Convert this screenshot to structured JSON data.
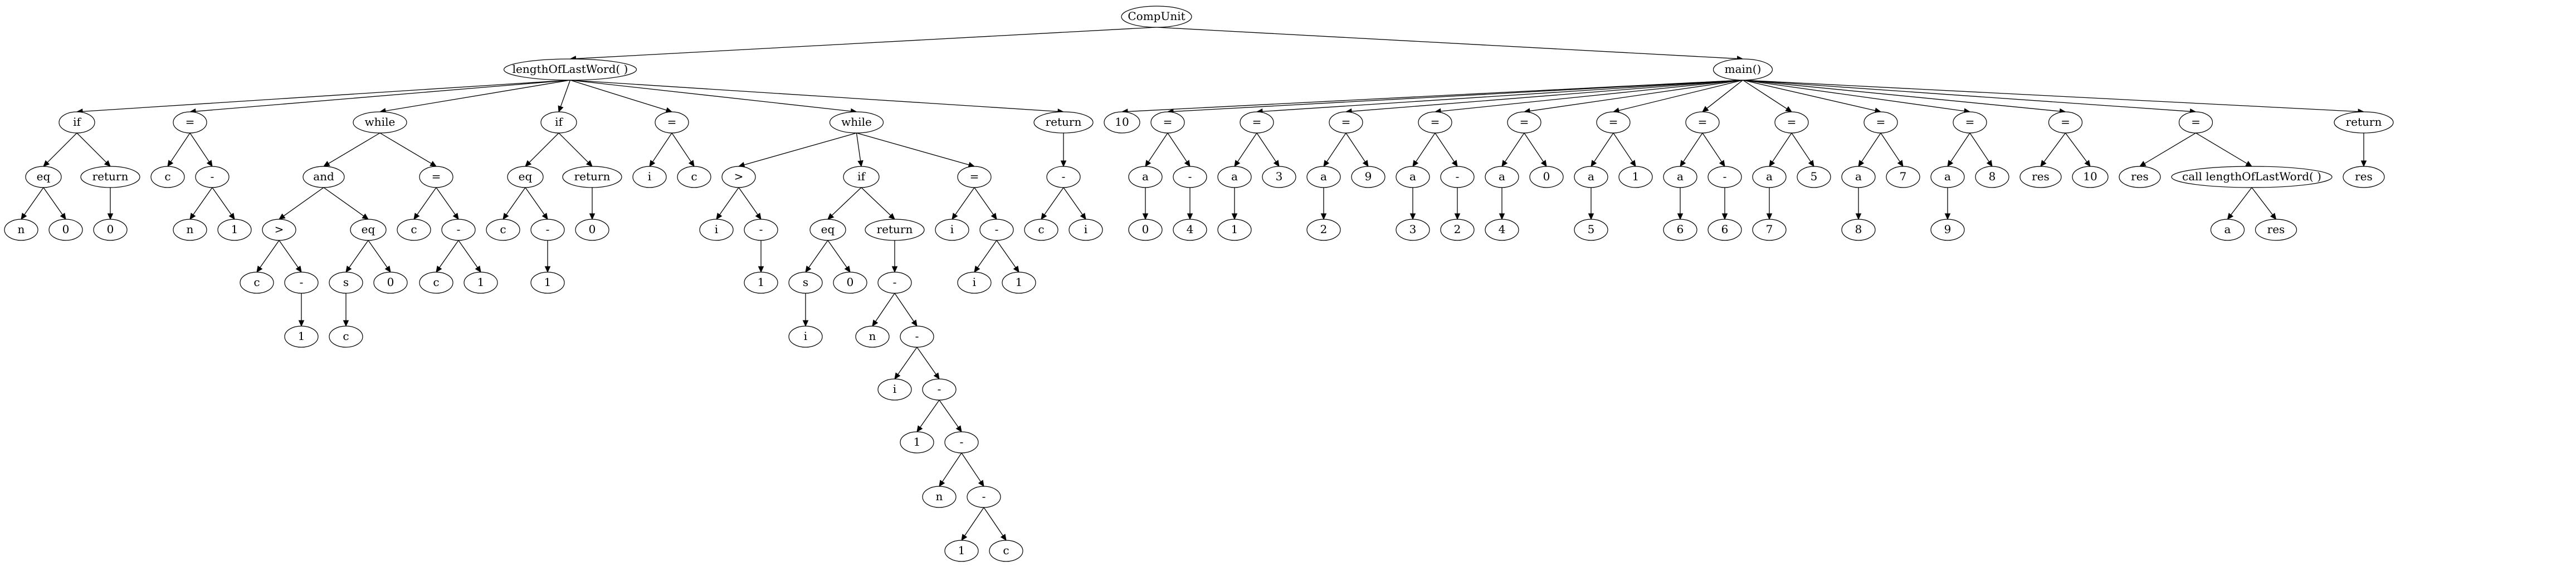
{
  "tree": {
    "label": "CompUnit",
    "children": [
      {
        "label": "lengthOfLastWord( )",
        "children": [
          {
            "label": "if",
            "children": [
              {
                "label": "eq",
                "children": [
                  {
                    "label": "n"
                  },
                  {
                    "label": "0"
                  }
                ]
              },
              {
                "label": "return",
                "children": [
                  {
                    "label": "0"
                  }
                ]
              }
            ]
          },
          {
            "label": "=",
            "children": [
              {
                "label": "c"
              },
              {
                "label": "-",
                "children": [
                  {
                    "label": "n"
                  },
                  {
                    "label": "1"
                  }
                ]
              }
            ]
          },
          {
            "label": "while",
            "children": [
              {
                "label": "and",
                "children": [
                  {
                    "label": ">",
                    "children": [
                      {
                        "label": "c"
                      },
                      {
                        "label": "-",
                        "children": [
                          {
                            "label": "1"
                          }
                        ]
                      }
                    ]
                  },
                  {
                    "label": "eq",
                    "children": [
                      {
                        "label": "s",
                        "children": [
                          {
                            "label": "c"
                          }
                        ]
                      },
                      {
                        "label": "0"
                      }
                    ]
                  }
                ]
              },
              {
                "label": "=",
                "children": [
                  {
                    "label": "c"
                  },
                  {
                    "label": "-",
                    "children": [
                      {
                        "label": "c"
                      },
                      {
                        "label": "1"
                      }
                    ]
                  }
                ]
              }
            ]
          },
          {
            "label": "if",
            "children": [
              {
                "label": "eq",
                "children": [
                  {
                    "label": "c"
                  },
                  {
                    "label": "-",
                    "children": [
                      {
                        "label": "1"
                      }
                    ]
                  }
                ]
              },
              {
                "label": "return",
                "children": [
                  {
                    "label": "0"
                  }
                ]
              }
            ]
          },
          {
            "label": "=",
            "children": [
              {
                "label": "i"
              },
              {
                "label": "c"
              }
            ]
          },
          {
            "label": "while",
            "children": [
              {
                "label": ">",
                "children": [
                  {
                    "label": "i"
                  },
                  {
                    "label": "-",
                    "children": [
                      {
                        "label": "1"
                      }
                    ]
                  }
                ]
              },
              {
                "label": "if",
                "children": [
                  {
                    "label": "eq",
                    "children": [
                      {
                        "label": "s",
                        "children": [
                          {
                            "label": "i"
                          }
                        ]
                      },
                      {
                        "label": "0"
                      }
                    ]
                  },
                  {
                    "label": "return",
                    "children": [
                      {
                        "label": "-",
                        "children": [
                          {
                            "label": "n"
                          },
                          {
                            "label": "-",
                            "children": [
                              {
                                "label": "i"
                              },
                              {
                                "label": "-",
                                "children": [
                                  {
                                    "label": "1"
                                  },
                                  {
                                    "label": "-",
                                    "children": [
                                      {
                                        "label": "n"
                                      },
                                      {
                                        "label": "-",
                                        "children": [
                                          {
                                            "label": "1"
                                          },
                                          {
                                            "label": "c"
                                          }
                                        ]
                                      }
                                    ]
                                  }
                                ]
                              }
                            ]
                          }
                        ]
                      }
                    ]
                  }
                ]
              },
              {
                "label": "=",
                "children": [
                  {
                    "label": "i"
                  },
                  {
                    "label": "-",
                    "children": [
                      {
                        "label": "i"
                      },
                      {
                        "label": "1"
                      }
                    ]
                  }
                ]
              }
            ]
          },
          {
            "label": "return",
            "children": [
              {
                "label": "-",
                "children": [
                  {
                    "label": "c"
                  },
                  {
                    "label": "i"
                  }
                ]
              }
            ]
          }
        ]
      },
      {
        "label": "main()",
        "children": [
          {
            "label": "10"
          },
          {
            "label": "=",
            "children": [
              {
                "label": "a",
                "children": [
                  {
                    "label": "0"
                  }
                ]
              },
              {
                "label": "-",
                "children": [
                  {
                    "label": "4"
                  }
                ]
              }
            ]
          },
          {
            "label": "=",
            "children": [
              {
                "label": "a",
                "children": [
                  {
                    "label": "1"
                  }
                ]
              },
              {
                "label": "3"
              }
            ]
          },
          {
            "label": "=",
            "children": [
              {
                "label": "a",
                "children": [
                  {
                    "label": "2"
                  }
                ]
              },
              {
                "label": "9"
              }
            ]
          },
          {
            "label": "=",
            "children": [
              {
                "label": "a",
                "children": [
                  {
                    "label": "3"
                  }
                ]
              },
              {
                "label": "-",
                "children": [
                  {
                    "label": "2"
                  }
                ]
              }
            ]
          },
          {
            "label": "=",
            "children": [
              {
                "label": "a",
                "children": [
                  {
                    "label": "4"
                  }
                ]
              },
              {
                "label": "0"
              }
            ]
          },
          {
            "label": "=",
            "children": [
              {
                "label": "a",
                "children": [
                  {
                    "label": "5"
                  }
                ]
              },
              {
                "label": "1"
              }
            ]
          },
          {
            "label": "=",
            "children": [
              {
                "label": "a",
                "children": [
                  {
                    "label": "6"
                  }
                ]
              },
              {
                "label": "-",
                "children": [
                  {
                    "label": "6"
                  }
                ]
              }
            ]
          },
          {
            "label": "=",
            "children": [
              {
                "label": "a",
                "children": [
                  {
                    "label": "7"
                  }
                ]
              },
              {
                "label": "5"
              }
            ]
          },
          {
            "label": "=",
            "children": [
              {
                "label": "a",
                "children": [
                  {
                    "label": "8"
                  }
                ]
              },
              {
                "label": "7"
              }
            ]
          },
          {
            "label": "=",
            "children": [
              {
                "label": "a",
                "children": [
                  {
                    "label": "9"
                  }
                ]
              },
              {
                "label": "8"
              }
            ]
          },
          {
            "label": "=",
            "children": [
              {
                "label": "res"
              },
              {
                "label": "10"
              }
            ]
          },
          {
            "label": "=",
            "children": [
              {
                "label": "res"
              },
              {
                "label": "call lengthOfLastWord( )",
                "children": [
                  {
                    "label": "a"
                  },
                  {
                    "label": "res"
                  }
                ]
              }
            ]
          },
          {
            "label": "return",
            "children": [
              {
                "label": "res"
              }
            ]
          }
        ]
      }
    ]
  }
}
